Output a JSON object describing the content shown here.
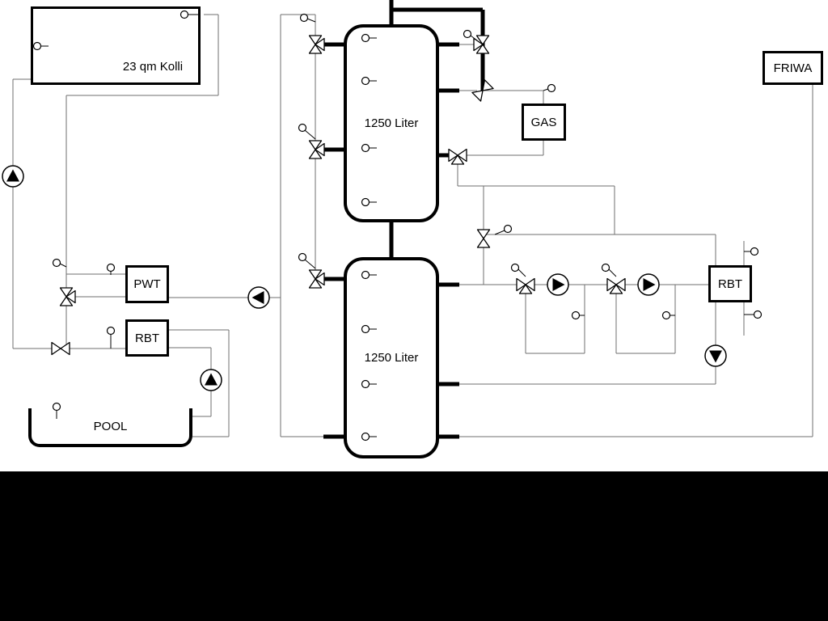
{
  "components": {
    "collector": {
      "label": "23 qm Kolli"
    },
    "buffer_tank_top": {
      "label": "1250 Liter"
    },
    "buffer_tank_bottom": {
      "label": "1250 Liter"
    },
    "gas_boiler": {
      "label": "GAS"
    },
    "friwa_station": {
      "label": "FRIWA"
    },
    "pwt_heat_exchanger": {
      "label": "PWT"
    },
    "rbt_left": {
      "label": "RBT"
    },
    "rbt_right": {
      "label": "RBT"
    },
    "pool": {
      "label": "POOL"
    }
  },
  "colors": {
    "background": "#ffffff",
    "letterbox": "#000000",
    "pipe_thin": "#6f6f6f",
    "pipe_thick": "#000000",
    "symbol_stroke": "#000000",
    "symbol_fill": "#ffffff",
    "pump_triangle": "#000000"
  },
  "symbols": {
    "pump": "pump-icon: circle with solid triangle showing flow direction",
    "valve": "valve-icon: bowtie of two hollow triangles",
    "three_way_valve": "three-way-valve-icon: bowtie with third branch triangle",
    "sensor": "temp-sensor-icon: small circle with stem"
  }
}
